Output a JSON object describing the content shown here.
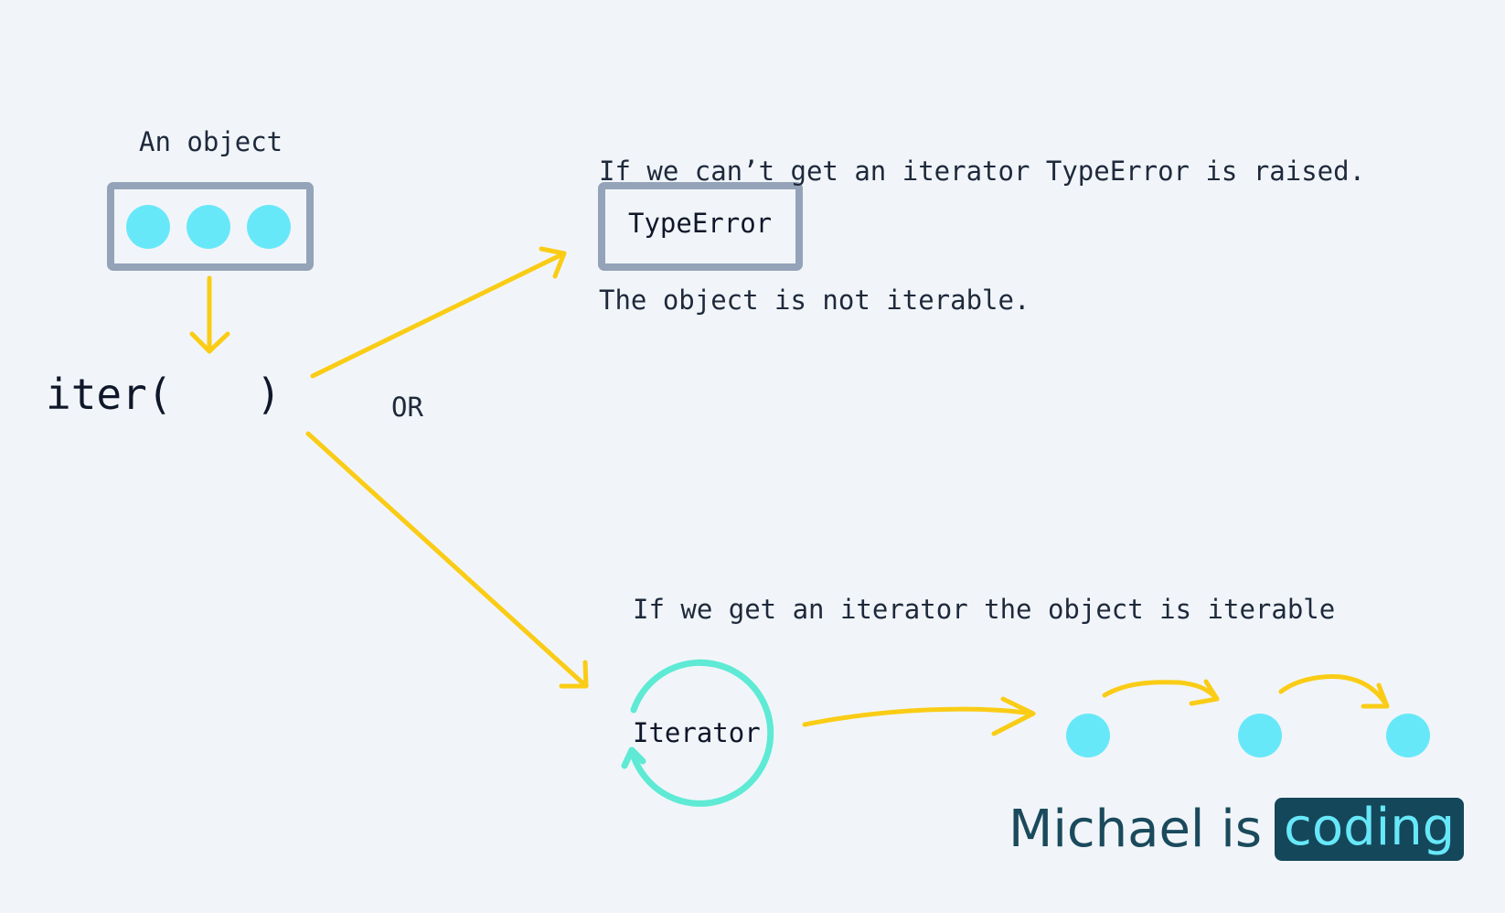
{
  "object_label": "An object",
  "error_caption": {
    "line1": "If we can’t get an iterator TypeError is raised.",
    "line2": "The object is not iterable."
  },
  "type_error_box": "TypeError",
  "iter_call": {
    "open": "iter(",
    "close": ")"
  },
  "or_label": "OR",
  "iterable_caption": "If we get an iterator the object is iterable",
  "iterator_label": "Iterator",
  "brand": {
    "prefix": "Michael is",
    "highlight": "coding"
  },
  "colors": {
    "background": "#f1f5f9",
    "box_border": "#94a3b8",
    "dot": "#67e8f9",
    "arrow": "#facc15",
    "iterator_ring": "#5eead4",
    "brand_text": "#1a4a5c",
    "brand_highlight_bg": "#15475a",
    "brand_highlight_text": "#67e8f9"
  }
}
